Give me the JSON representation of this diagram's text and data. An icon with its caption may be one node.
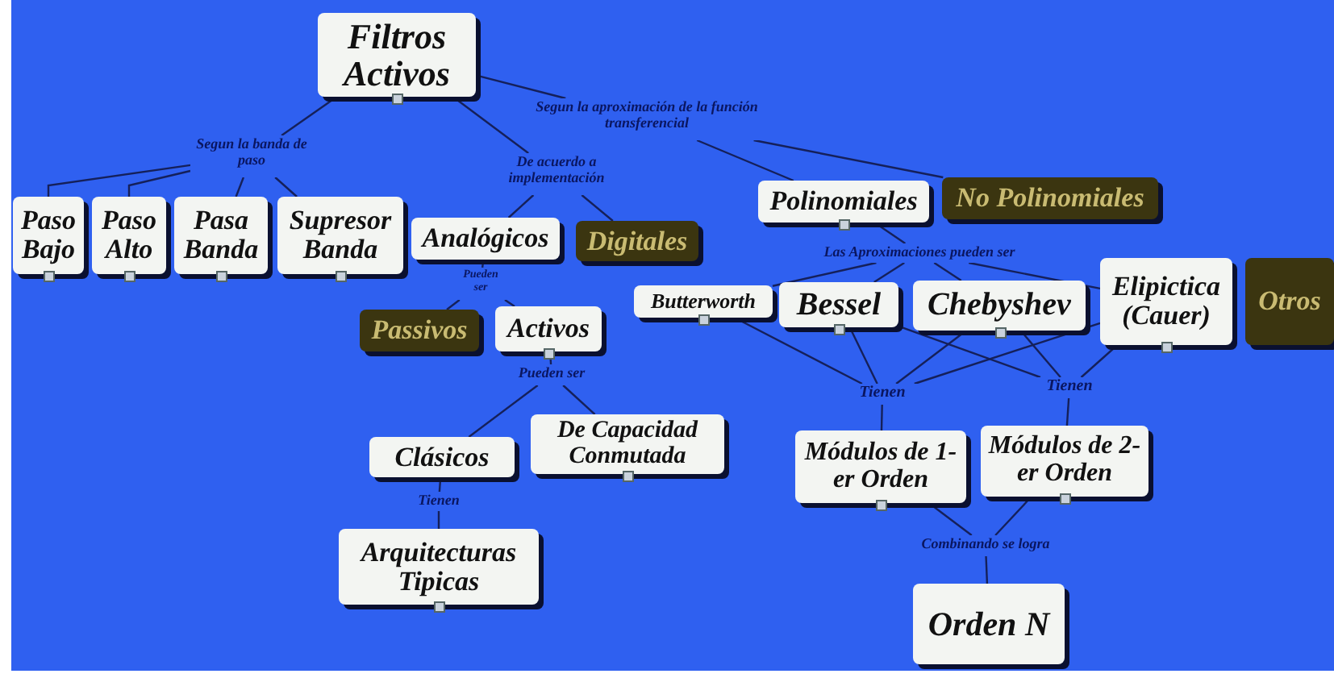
{
  "diagram": {
    "nodes": [
      {
        "text": [
          "Filtros Activos"
        ]
      },
      {
        "text": [
          "Segun la banda de paso"
        ]
      },
      {
        "text": [
          "Paso Bajo"
        ]
      },
      {
        "text": [
          "Paso Alto"
        ]
      },
      {
        "text": [
          "Pasa Banda"
        ]
      },
      {
        "text": [
          "Supresor Banda"
        ]
      },
      {
        "text": [
          "De acuerdo a implementación"
        ]
      },
      {
        "text": [
          "Analógicos"
        ]
      },
      {
        "text": [
          "Digitales"
        ]
      },
      {
        "text": [
          "Segun la aproximación de la función transferencial"
        ]
      },
      {
        "text": [
          "Polinomiales"
        ]
      },
      {
        "text": [
          "No Polinomiales"
        ]
      },
      {
        "text": [
          "Pueden ser"
        ]
      },
      {
        "text": [
          "Passivos"
        ]
      },
      {
        "text": [
          "Activos"
        ]
      },
      {
        "text": [
          "Pueden ser"
        ]
      },
      {
        "text": [
          "Clásicos"
        ]
      },
      {
        "text": [
          "De Capacidad Conmutada"
        ]
      },
      {
        "text": [
          "Tienen"
        ]
      },
      {
        "text": [
          "Arquitecturas Tipicas"
        ]
      },
      {
        "text": [
          "Las Aproximaciones pueden ser"
        ]
      },
      {
        "text": [
          "Butterworth"
        ]
      },
      {
        "text": [
          "Bessel"
        ]
      },
      {
        "text": [
          "Chebyshev"
        ]
      },
      {
        "text": [
          "Elipictica (Cauer)"
        ]
      },
      {
        "text": [
          "Otros"
        ]
      },
      {
        "text": [
          "Tienen"
        ]
      },
      {
        "text": [
          "Tienen"
        ]
      },
      {
        "text": [
          "Módulos de 1-er Orden"
        ]
      },
      {
        "text": [
          "Módulos de 2-er Orden"
        ]
      },
      {
        "text": [
          "Combinando se logra"
        ]
      },
      {
        "text": [
          "Orden N"
        ]
      }
    ],
    "edges": [
      {
        "from": 0,
        "to": 1,
        "arrow": "none"
      },
      {
        "from": 1,
        "to": 2,
        "arrow": "none"
      },
      {
        "from": 1,
        "to": 3,
        "arrow": "none"
      },
      {
        "from": 1,
        "to": 4,
        "arrow": "none"
      },
      {
        "from": 1,
        "to": 5,
        "arrow": "none"
      },
      {
        "from": 0,
        "to": 6,
        "arrow": "none"
      },
      {
        "from": 6,
        "to": 7,
        "arrow": "none"
      },
      {
        "from": 6,
        "to": 8,
        "arrow": "none"
      },
      {
        "from": 0,
        "to": 9,
        "arrow": "none"
      },
      {
        "from": 9,
        "to": 10,
        "arrow": "none"
      },
      {
        "from": 9,
        "to": 11,
        "arrow": "none"
      },
      {
        "from": 7,
        "to": 12,
        "arrow": "none"
      },
      {
        "from": 12,
        "to": 13,
        "arrow": "none"
      },
      {
        "from": 12,
        "to": 14,
        "arrow": "none"
      },
      {
        "from": 14,
        "to": 15,
        "arrow": "none"
      },
      {
        "from": 15,
        "to": 16,
        "arrow": "none"
      },
      {
        "from": 15,
        "to": 17,
        "arrow": "none"
      },
      {
        "from": 16,
        "to": 18,
        "arrow": "none"
      },
      {
        "from": 18,
        "to": 19,
        "arrow": "none"
      },
      {
        "from": 10,
        "to": 20,
        "arrow": "none"
      },
      {
        "from": 20,
        "to": 21,
        "arrow": "none"
      },
      {
        "from": 20,
        "to": 22,
        "arrow": "none"
      },
      {
        "from": 20,
        "to": 23,
        "arrow": "none"
      },
      {
        "from": 20,
        "to": 24,
        "arrow": "none"
      },
      {
        "from": 21,
        "to": 26,
        "arrow": "none"
      },
      {
        "from": 22,
        "to": 26,
        "arrow": "none"
      },
      {
        "from": 23,
        "to": 26,
        "arrow": "none"
      },
      {
        "from": 24,
        "to": 26,
        "arrow": "none"
      },
      {
        "from": 22,
        "to": 27,
        "arrow": "none"
      },
      {
        "from": 23,
        "to": 27,
        "arrow": "none"
      },
      {
        "from": 24,
        "to": 27,
        "arrow": "none"
      },
      {
        "from": 26,
        "to": 28,
        "arrow": "none"
      },
      {
        "from": 27,
        "to": 29,
        "arrow": "none"
      },
      {
        "from": 28,
        "to": 30,
        "arrow": "none"
      },
      {
        "from": 29,
        "to": 30,
        "arrow": "none"
      },
      {
        "from": 30,
        "to": 31,
        "arrow": "none"
      }
    ]
  }
}
